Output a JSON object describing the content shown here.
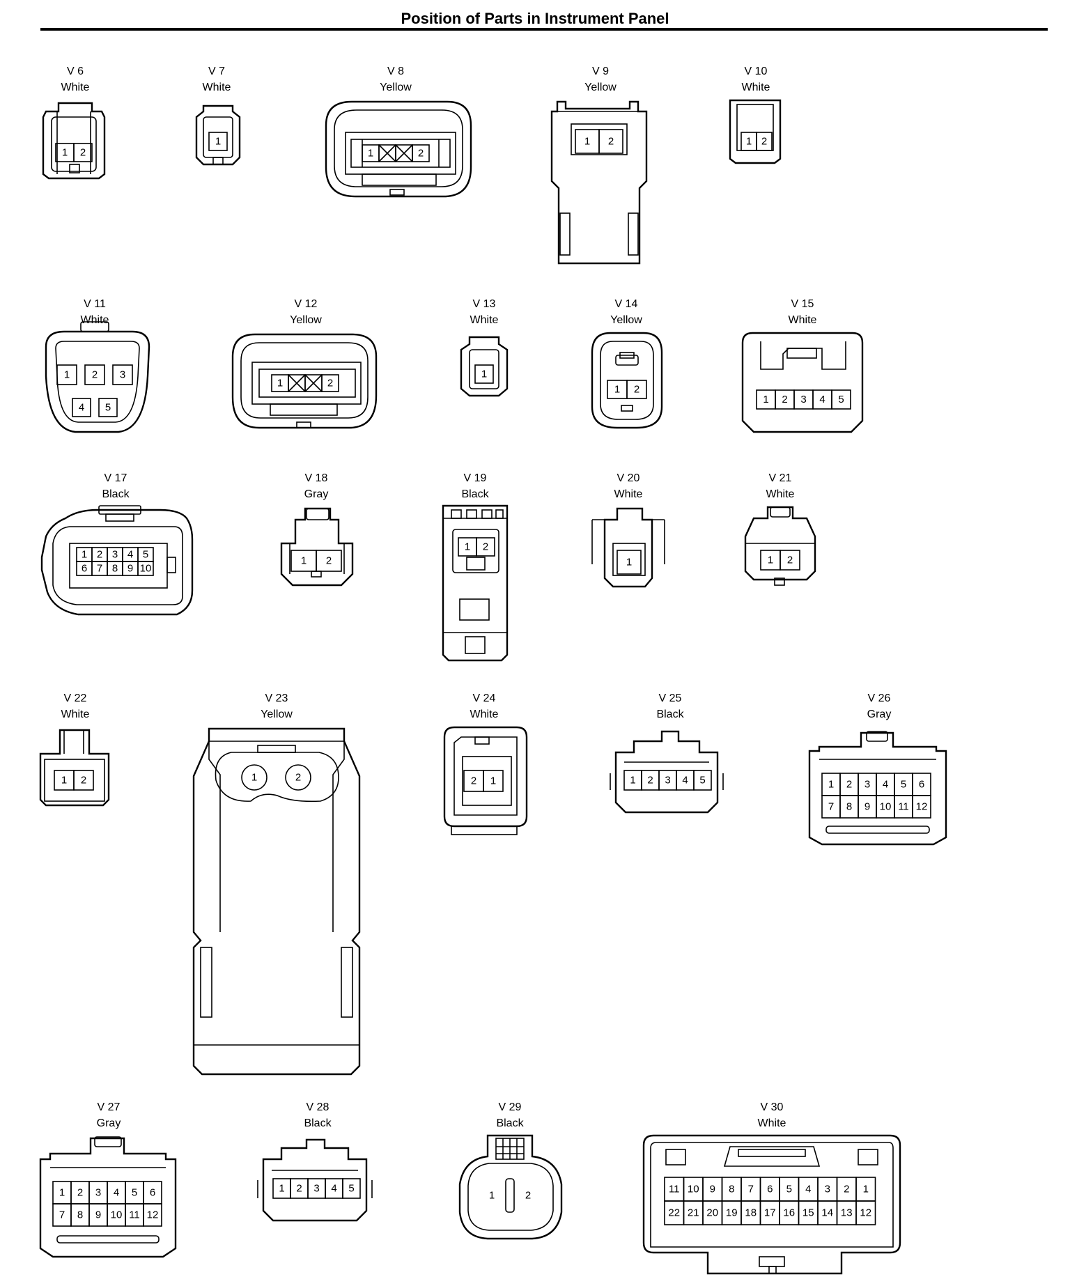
{
  "title": "Position of Parts in Instrument Panel",
  "connectors": [
    {
      "id": "V 6",
      "color": "White",
      "pins": [
        "1",
        "2"
      ]
    },
    {
      "id": "V 7",
      "color": "White",
      "pins": [
        "1"
      ]
    },
    {
      "id": "V 8",
      "color": "Yellow",
      "pins": [
        "1",
        "2"
      ]
    },
    {
      "id": "V 9",
      "color": "Yellow",
      "pins": [
        "1",
        "2"
      ]
    },
    {
      "id": "V 10",
      "color": "White",
      "pins": [
        "1",
        "2"
      ]
    },
    {
      "id": "V 11",
      "color": "White",
      "pins": [
        "1",
        "2",
        "3",
        "4",
        "5"
      ]
    },
    {
      "id": "V 12",
      "color": "Yellow",
      "pins": [
        "1",
        "2"
      ]
    },
    {
      "id": "V 13",
      "color": "White",
      "pins": [
        "1"
      ]
    },
    {
      "id": "V 14",
      "color": "Yellow",
      "pins": [
        "1",
        "2"
      ]
    },
    {
      "id": "V 15",
      "color": "White",
      "pins": [
        "1",
        "2",
        "3",
        "4",
        "5"
      ]
    },
    {
      "id": "V 17",
      "color": "Black",
      "pins": [
        "1",
        "2",
        "3",
        "4",
        "5",
        "6",
        "7",
        "8",
        "9",
        "10"
      ]
    },
    {
      "id": "V 18",
      "color": "Gray",
      "pins": [
        "1",
        "2"
      ]
    },
    {
      "id": "V 19",
      "color": "Black",
      "pins": [
        "1",
        "2"
      ]
    },
    {
      "id": "V 20",
      "color": "White",
      "pins": [
        "1"
      ]
    },
    {
      "id": "V 21",
      "color": "White",
      "pins": [
        "1",
        "2"
      ]
    },
    {
      "id": "V 22",
      "color": "White",
      "pins": [
        "1",
        "2"
      ]
    },
    {
      "id": "V 23",
      "color": "Yellow",
      "pins": [
        "1",
        "2"
      ]
    },
    {
      "id": "V 24",
      "color": "White",
      "pins": [
        "2",
        "1"
      ]
    },
    {
      "id": "V 25",
      "color": "Black",
      "pins": [
        "1",
        "2",
        "3",
        "4",
        "5"
      ]
    },
    {
      "id": "V 26",
      "color": "Gray",
      "pins": [
        "1",
        "2",
        "3",
        "4",
        "5",
        "6",
        "7",
        "8",
        "9",
        "10",
        "11",
        "12"
      ]
    },
    {
      "id": "V 27",
      "color": "Gray",
      "pins": [
        "1",
        "2",
        "3",
        "4",
        "5",
        "6",
        "7",
        "8",
        "9",
        "10",
        "11",
        "12"
      ]
    },
    {
      "id": "V 28",
      "color": "Black",
      "pins": [
        "1",
        "2",
        "3",
        "4",
        "5"
      ]
    },
    {
      "id": "V 29",
      "color": "Black",
      "pins": [
        "1",
        "2"
      ]
    },
    {
      "id": "V 30",
      "color": "White",
      "pins": [
        "11",
        "10",
        "9",
        "8",
        "7",
        "6",
        "5",
        "4",
        "3",
        "2",
        "1",
        "22",
        "21",
        "20",
        "19",
        "18",
        "17",
        "16",
        "15",
        "14",
        "13",
        "12"
      ]
    }
  ]
}
